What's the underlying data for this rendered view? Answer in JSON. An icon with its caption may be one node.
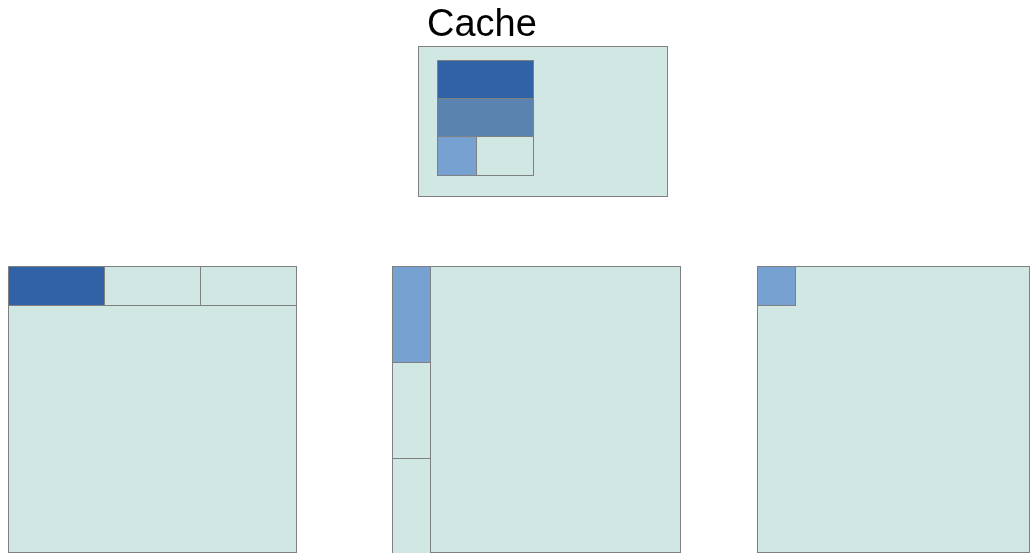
{
  "diagram": {
    "nodes": [
      {
        "text": [
          "Cache"
        ]
      },
      {
        "text": [],
        "shape": "box",
        "in": 0
      },
      {
        "text": [],
        "shape": "box",
        "in": 0
      },
      {
        "text": [],
        "shape": "box",
        "in": 0
      },
      {
        "text": [],
        "shape": "box",
        "in": 0
      },
      {
        "text": [],
        "shape": "box"
      },
      {
        "text": [],
        "shape": "box",
        "in": 5
      },
      {
        "text": [],
        "shape": "box",
        "in": 5
      },
      {
        "text": [],
        "shape": "box",
        "in": 5
      },
      {
        "text": [],
        "shape": "box"
      },
      {
        "text": [],
        "shape": "box",
        "in": 9
      },
      {
        "text": [],
        "shape": "box",
        "in": 9
      },
      {
        "text": [],
        "shape": "box",
        "in": 9
      },
      {
        "text": [],
        "shape": "box"
      },
      {
        "text": [],
        "shape": "box",
        "in": 13
      }
    ]
  }
}
